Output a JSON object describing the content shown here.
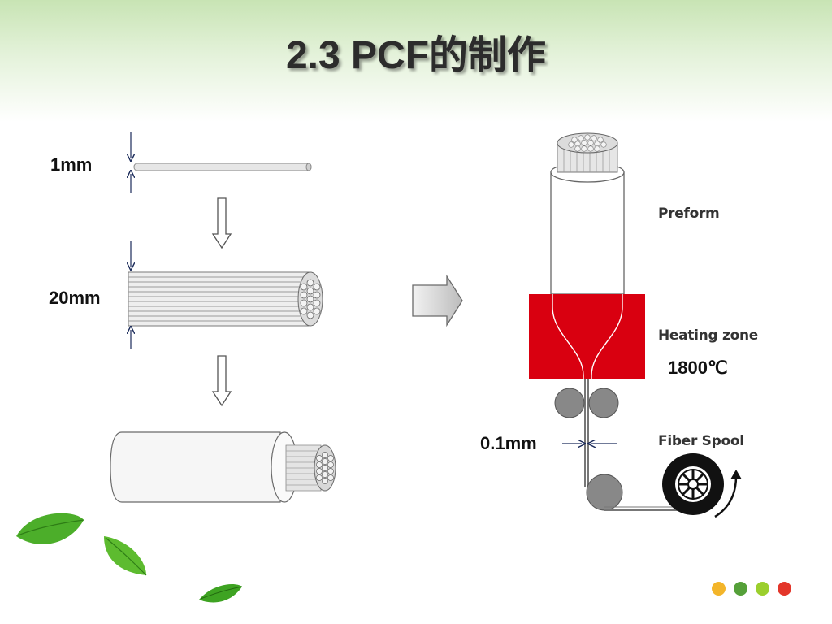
{
  "slide": {
    "title": "2.3 PCF的制作"
  },
  "labels": {
    "capillary_diameter": "1mm",
    "bundle_diameter": "20mm",
    "fiber_diameter": "0.1mm",
    "preform": "Preform",
    "heating_zone": "Heating zone",
    "temperature": "1800℃",
    "fiber_spool": "Fiber Spool"
  },
  "colors": {
    "heating_zone": "#d90010",
    "dot_1": "#f3b52a",
    "dot_2": "#55a039",
    "dot_3": "#9bcf2d",
    "dot_4": "#e3362a"
  },
  "decor": {
    "leaves": "green-leaf-icons",
    "dots": "colored-dots"
  }
}
